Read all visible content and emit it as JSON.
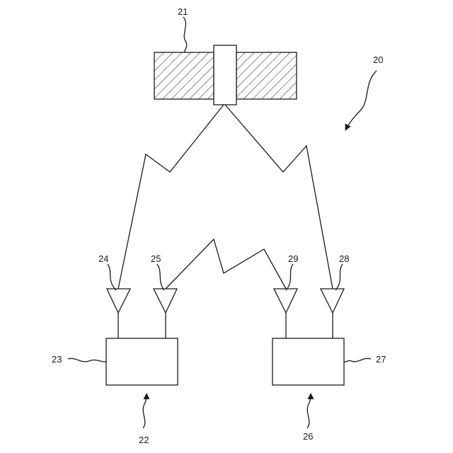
{
  "labels": {
    "system": "20",
    "satellite": "21",
    "station_left": "22",
    "unit_left": "23",
    "antenna_24": "24",
    "antenna_25": "25",
    "station_right": "26",
    "unit_right": "27",
    "antenna_28": "28",
    "antenna_29": "29"
  }
}
